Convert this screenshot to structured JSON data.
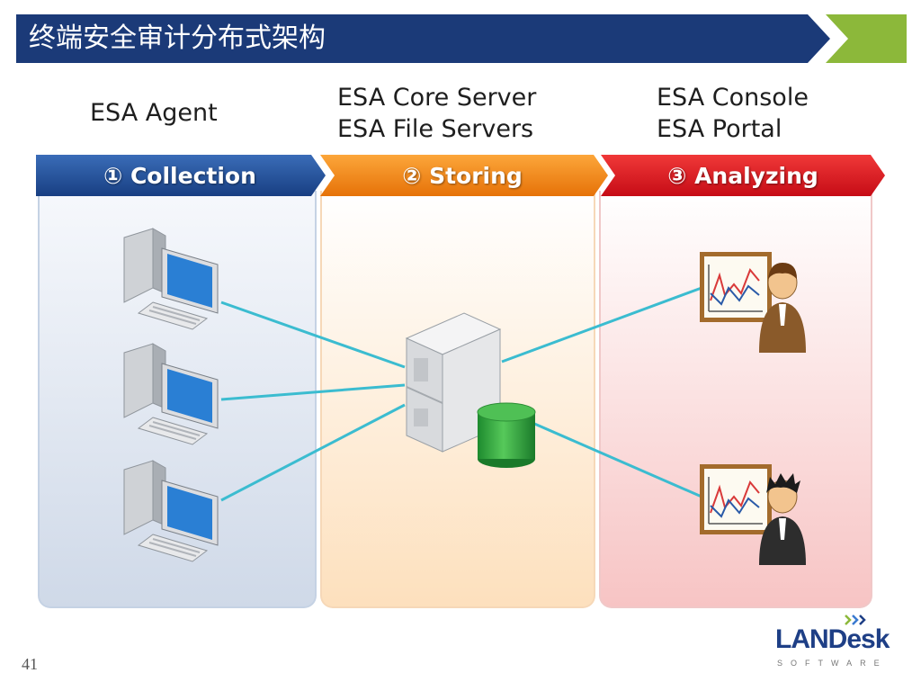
{
  "title": "终端安全审计分布式架构",
  "roles": {
    "agent": "ESA Agent",
    "core_server": "ESA Core Server",
    "file_servers": "ESA File Servers",
    "console": "ESA Console",
    "portal": "ESA Portal"
  },
  "stages": [
    {
      "label": "① Collection",
      "color": "#1f4e96"
    },
    {
      "label": "② Storing",
      "color": "#ee7d10"
    },
    {
      "label": "③ Analyzing",
      "color": "#d81620"
    }
  ],
  "colors": {
    "title_bar": "#1b3a78",
    "accent_green": "#8cb83a",
    "connector": "#3bbcd0"
  },
  "icons": {
    "agents": [
      "desktop-computer-icon",
      "desktop-computer-icon",
      "desktop-computer-icon"
    ],
    "server": "server-tower-icon",
    "storage": "database-cylinder-icon",
    "analysts": [
      "analyst-chart-icon",
      "analyst-chart-icon"
    ]
  },
  "page_number": "41",
  "logo": {
    "name": "LANDesk",
    "sub": "SOFTWARE"
  }
}
